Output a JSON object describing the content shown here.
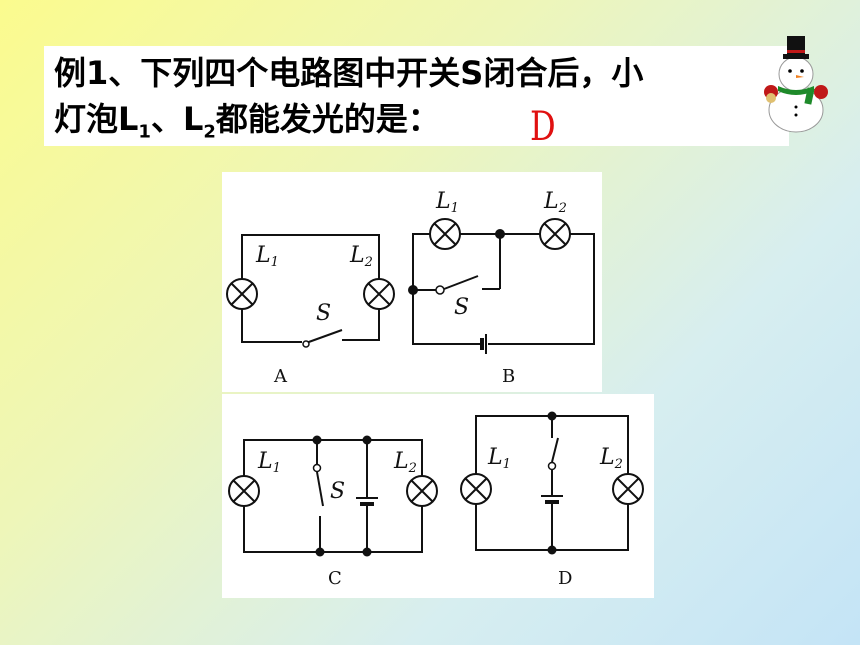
{
  "question": {
    "line1": "例1、下列四个电路图中开关S闭合后，小",
    "line2_prefix": "灯泡L",
    "l1_sub": "1",
    "sep": "、L",
    "l2_sub": "2",
    "line2_suffix": "都能发光的是："
  },
  "answer": "D",
  "circuit_labels": {
    "L": "L",
    "sub1": "1",
    "sub2": "2",
    "switch": "S",
    "A": "A",
    "B": "B",
    "C": "C",
    "D": "D"
  }
}
